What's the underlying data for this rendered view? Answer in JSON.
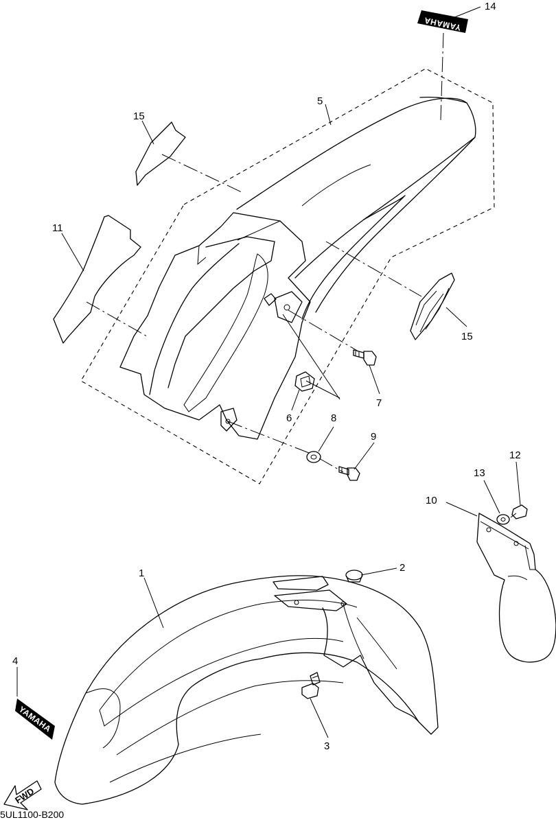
{
  "diagram": {
    "drawing_code": "5UL1100-B200",
    "direction_arrow": "FWD",
    "decal_text": "YAMAHA",
    "callouts": {
      "c1": "1",
      "c2": "2",
      "c3": "3",
      "c4": "4",
      "c5": "5",
      "c6": "6",
      "c7": "7",
      "c8": "8",
      "c9": "9",
      "c10": "10",
      "c11": "11",
      "c12": "12",
      "c13": "13",
      "c14": "14",
      "c15a": "15",
      "c15b": "15"
    }
  }
}
